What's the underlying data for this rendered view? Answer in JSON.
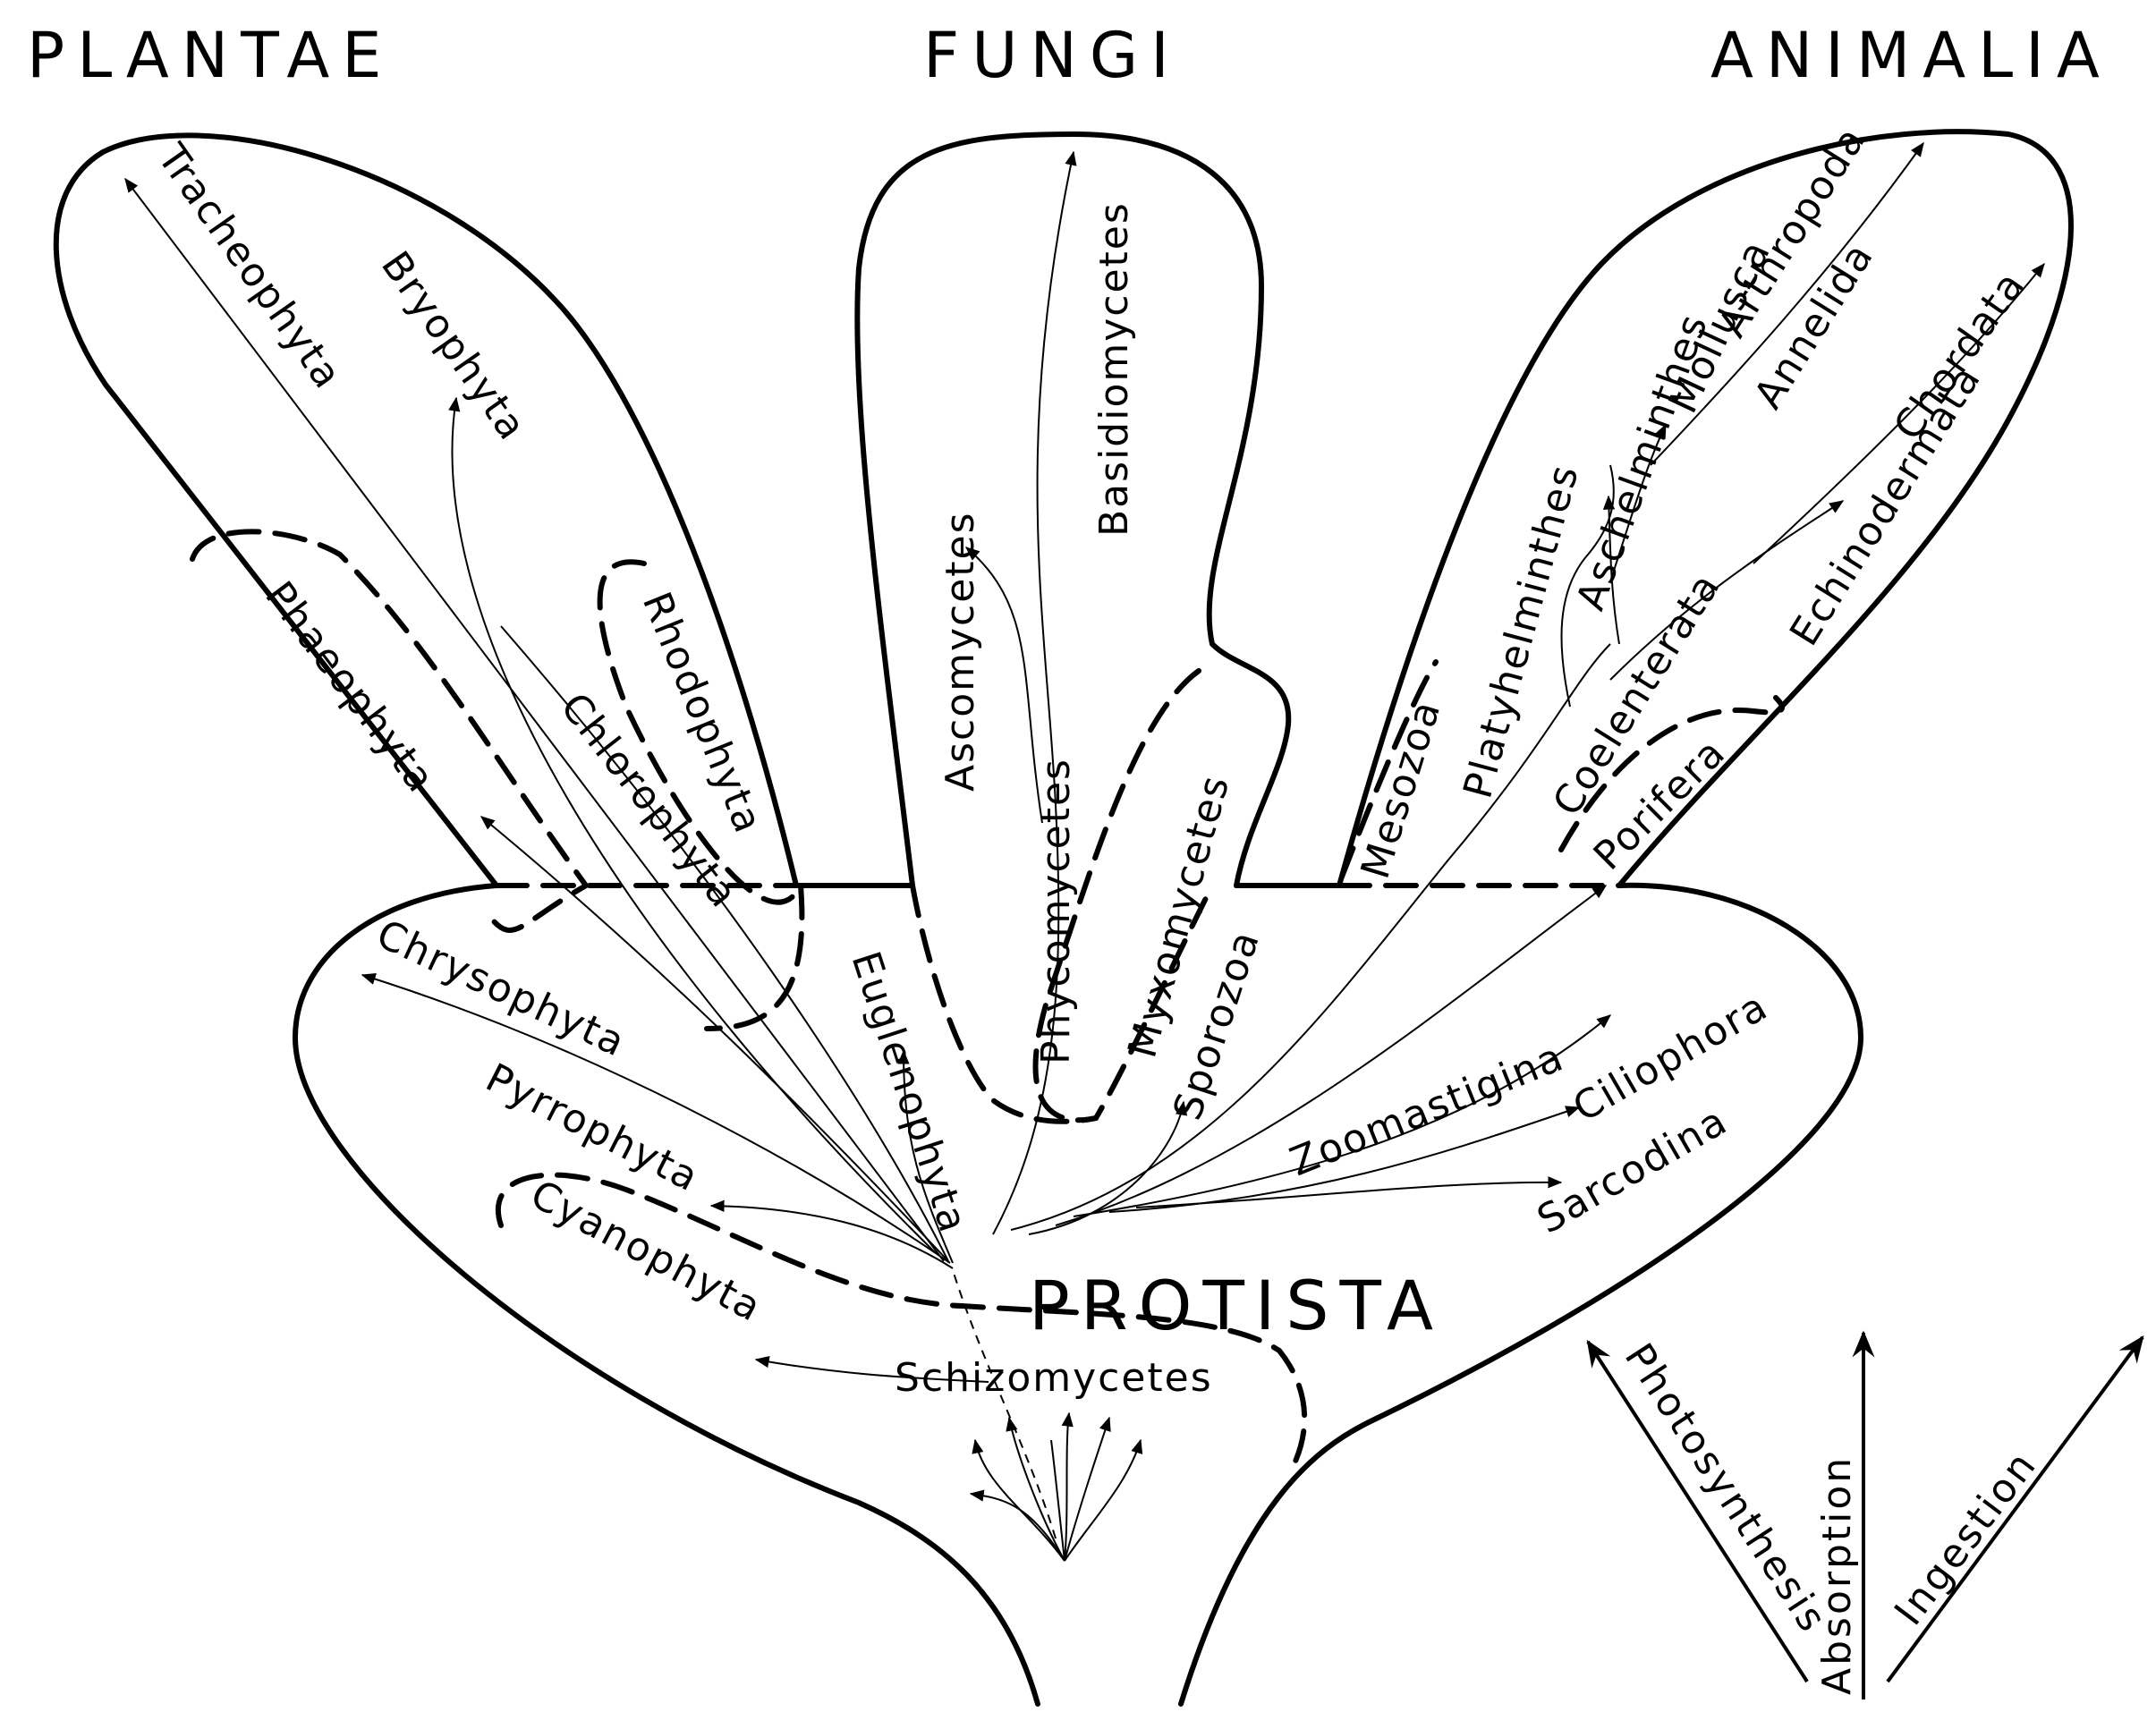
{
  "kingdoms": {
    "plantae": "PLANTAE",
    "fungi": "FUNGI",
    "animalia": "ANIMALIA",
    "protista": "PROTISTA"
  },
  "plant_taxa": {
    "tracheophyta": "Tracheophyta",
    "bryophyta": "Bryophyta",
    "phaeophyta": "Phaeophyta",
    "rhodophyta": "Rhodophyta",
    "chlorophyta": "Chlorophyta"
  },
  "fungi_taxa": {
    "basidiomycetes": "Basidiomycetes",
    "ascomycetes": "Ascomycetes",
    "phycomycetes": "Phycomycetes",
    "myxomycetes": "Myxomycetes"
  },
  "animal_taxa": {
    "arthropoda": "Arthropoda",
    "mollusca": "Mollusca",
    "annelida": "Annelida",
    "chordata": "Chordata",
    "aschelminthes": "Aschelminthes",
    "platyhelminthes": "Platyhelminthes",
    "echinodermata": "Echinodermata",
    "mesozoa": "Mesozoa",
    "coelenterata": "Coelenterata",
    "porifera": "Porifera"
  },
  "protist_taxa": {
    "chrysophyta": "Chrysophyta",
    "euglenophyta": "Euglenophyta",
    "sporozoa": "Sporozoa",
    "pyrrophyta": "Pyrrophyta",
    "cyanophyta": "Cyanophyta",
    "schizomycetes": "Schizomycetes",
    "zoomastigina": "Zoomastigina",
    "ciliophora": "Ciliophora",
    "sarcodina": "Sarcodina"
  },
  "nutrition_modes": {
    "photosynthesis": "Photosynthesis",
    "absorption": "Absorption",
    "ingestion": "Ingestion"
  }
}
